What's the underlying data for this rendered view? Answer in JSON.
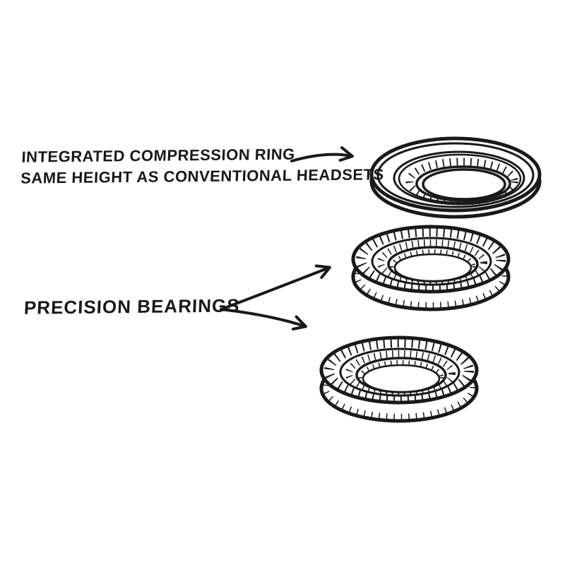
{
  "page": {
    "background": "#ffffff",
    "ink": "#191919"
  },
  "annotations": {
    "compression_ring": {
      "line1": "INTEGRATED COMPRESSION RING",
      "line2": "SAME HEIGHT AS CONVENTIONAL HEADSETS",
      "points_to": "integrated-compression-ring"
    },
    "bearings": {
      "label": "PRECISION BEARINGS",
      "points_to": [
        "upper-precision-bearing",
        "lower-precision-bearing"
      ]
    }
  },
  "diagram": {
    "style": "hand-drawn exploded view sketch",
    "parts": [
      "integrated-compression-ring",
      "upper-precision-bearing",
      "lower-precision-bearing"
    ]
  }
}
